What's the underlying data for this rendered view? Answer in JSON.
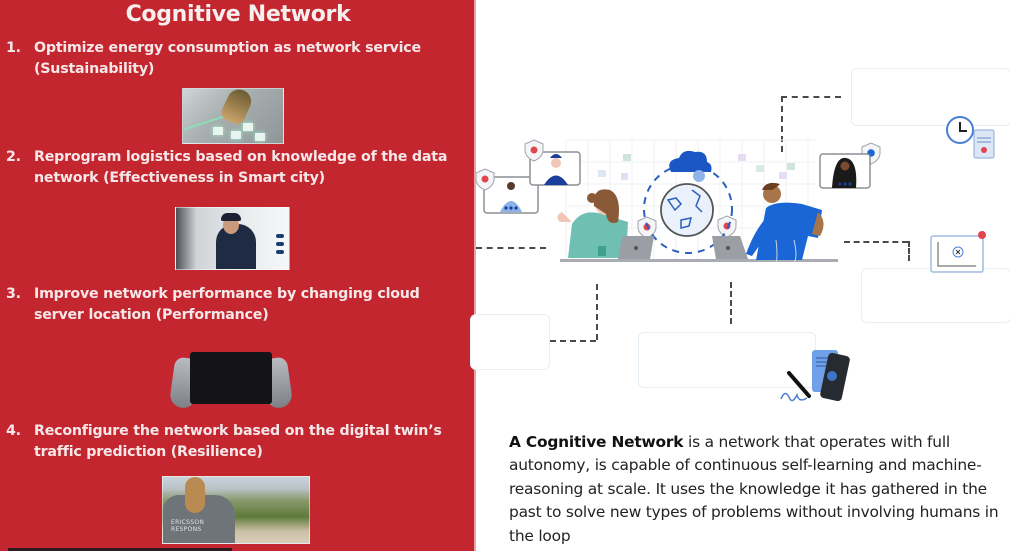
{
  "slide": {
    "title": "Cognitive Network",
    "items": [
      {
        "number": "1.",
        "text": "Optimize energy consumption as network service (Sustainability)",
        "image": "smart-city-model-photo"
      },
      {
        "number": "2.",
        "text": "Reprogram logistics based on knowledge of the data network (Effectiveness in Smart city)",
        "image": "truck-driver-photo"
      },
      {
        "number": "3.",
        "text": "Improve network performance by changing cloud server location (Performance)",
        "image": "handheld-game-console-photo"
      },
      {
        "number": "4.",
        "text": "Reconfigure the network based on the digital twin’s traffic prediction (Resilience)",
        "image": "ericsson-response-photo"
      }
    ],
    "photo4_shirt_text": [
      "ERICSSON",
      "RESPONS"
    ]
  },
  "description": {
    "bold": "A Cognitive Network",
    "rest": " is a network that operates with full autonomy, is capable of continuous self-learning and machine-reasoning at scale. It uses the knowledge it has gathered in the past to solve new types of problems without involving humans in the loop"
  },
  "colors": {
    "panel_red": "#c42630",
    "accent_blue": "#1a66d6",
    "shield_red": "#e2454e"
  },
  "illustration": {
    "icons": [
      "cloud-icon",
      "globe-icon",
      "shield-icon",
      "clock-icon",
      "document-icon",
      "chart-search-icon",
      "phone-fingerprint-icon",
      "pen-icon"
    ]
  }
}
